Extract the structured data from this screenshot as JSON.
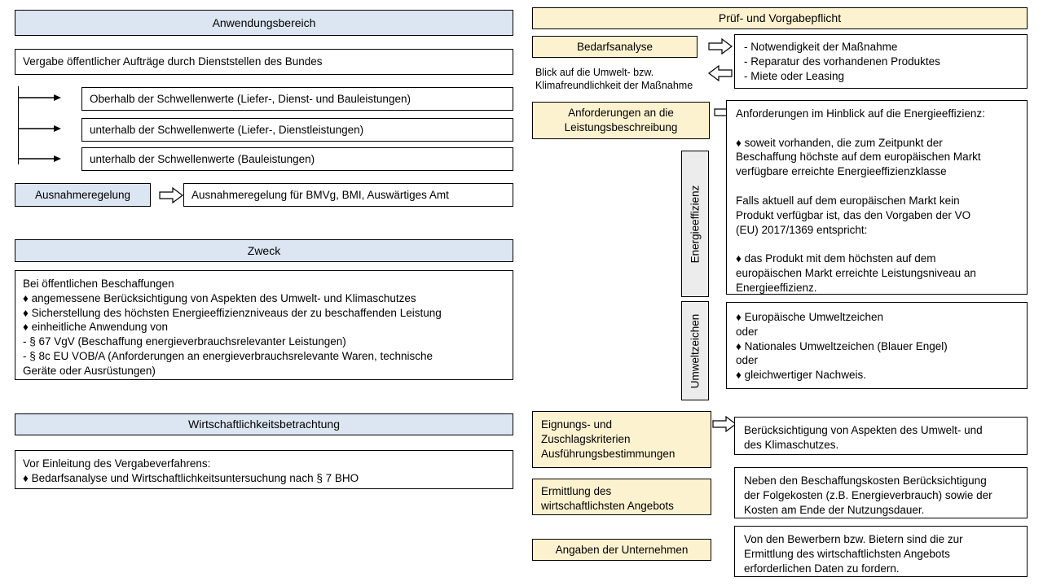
{
  "colors": {
    "blue_header": "#dce6f2",
    "yellow_header": "#fdf2d0",
    "gray_label": "#ececec",
    "border": "#000000",
    "background": "#ffffff"
  },
  "left_column": {
    "section_scope": {
      "header": "Anwendungsbereich",
      "intro_box": "Vergabe öffentlicher Aufträge durch Dienststellen des Bundes",
      "branches": [
        "Oberhalb der Schwellenwerte   (Liefer-, Dienst- und Bauleistungen)",
        "unterhalb  der Schwellenwerte (Liefer-, Dienstleistungen)",
        "unterhalb  der Schwellenwerte (Bauleistungen)"
      ],
      "exception_label": "Ausnahmeregelung",
      "exception_text": "Ausnahmeregelung für BMVg, BMI, Auswärtiges Amt"
    },
    "section_purpose": {
      "header": "Zweck",
      "body": "Bei öffentlichen Beschaffungen\n♦ angemessene Berücksichtigung von Aspekten des Umwelt- und Klimaschutzes\n♦ Sicherstellung des höchsten Energieeffizienzniveaus der zu beschaffenden Leistung\n♦ einheitliche Anwendung von\n      - § 67 VgV (Beschaffung energieverbrauchsrelevanter Leistungen)\n      - § 8c EU VOB/A (Anforderungen an energieverbrauchsrelevante Waren, technische\nGeräte oder Ausrüstungen)"
    },
    "section_economy": {
      "header": "Wirtschaftlichkeitsbetrachtung",
      "body": "Vor Einleitung des Vergabeverfahrens:\n♦ Bedarfsanalyse und Wirtschaftlichkeitsuntersuchung  nach § 7 BHO"
    }
  },
  "right_column": {
    "header": "Prüf- und Vorgabepflicht",
    "needs_analysis": {
      "label": "Bedarfsanalyse",
      "note": "Blick auf die Umwelt- bzw.\nKlimafreundlichkeit der Maßnahme",
      "content": "-   Notwendigkeit der Maßnahme\n-   Reparatur des vorhandenen Produktes\n-   Miete oder Leasing"
    },
    "requirements": {
      "label": "Anforderungen an die\nLeistungsbeschreibung",
      "content": "Anforderungen im Hinblick auf die Energieeffizienz:\n\n♦   soweit vorhanden, die zum Zeitpunkt der\nBeschaffung höchste auf dem europäischen Markt\nverfügbare erreichte Energieeffizienzklasse\n\nFalls aktuell auf dem europäischen Markt kein\nProdukt verfügbar ist, das den Vorgaben der VO\n(EU) 2017/1369 entspricht:\n\n♦ das Produkt mit dem höchsten auf dem\neuropäischen Markt erreichte Leistungsniveau an\nEnergieeffizienz.",
      "side_label_energy": "Energieeffizienz",
      "side_label_ecolabel": "Umweltzeichen",
      "ecolabel_content": "♦ Europäische Umweltzeichen\noder\n♦ Nationales Umweltzeichen (Blauer Engel)\noder\n♦  gleichwertiger Nachweis."
    },
    "criteria": {
      "label": "Eignungs- und\nZuschlagskriterien\nAusführungsbestimmungen",
      "content": "Berücksichtigung von Aspekten des Umwelt- und\ndes Klimaschutzes."
    },
    "best_offer": {
      "label": "Ermittlung des\nwirtschaftlichsten Angebots",
      "content": "Neben den Beschaffungskosten Berücksichtigung\nder Folgekosten (z.B. Energieverbrauch) sowie der\nKosten am Ende der Nutzungsdauer."
    },
    "company_data": {
      "label": "Angaben der Unternehmen",
      "content": "Von den Bewerbern bzw. Bietern sind die zur\nErmittlung des wirtschaftlichsten Angebots\nerforderlichen Daten zu fordern."
    }
  }
}
